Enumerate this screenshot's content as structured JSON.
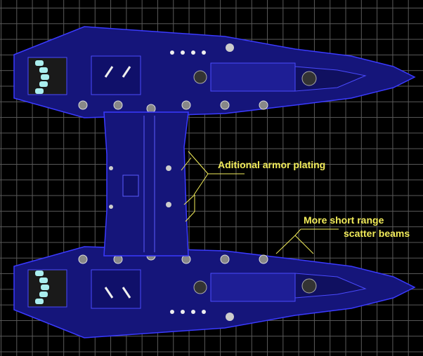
{
  "annotations": {
    "armor": "Aditional armor plating",
    "beams_line1": "More short range",
    "beams_line2": "scatter beams"
  },
  "colors": {
    "hull": "#1a1a8c",
    "hull_edge": "#3a3aff",
    "grid": "#5a5a5a",
    "annotation": "#f2ec5a",
    "background": "#000000"
  }
}
